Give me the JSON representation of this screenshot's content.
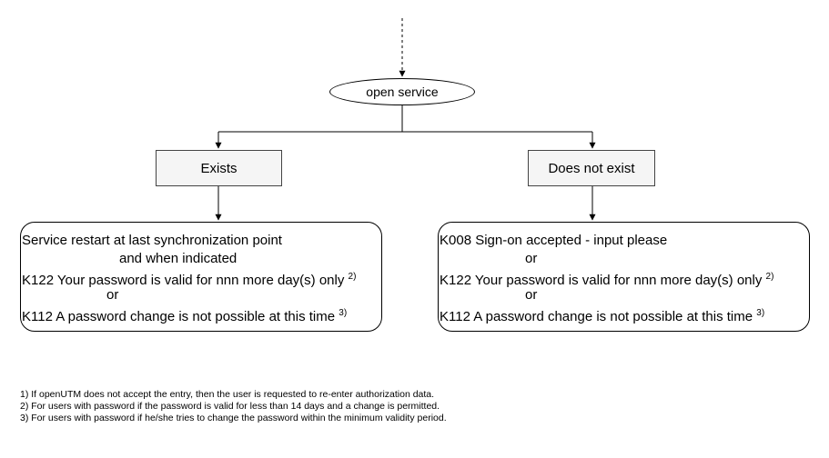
{
  "start_node": {
    "label": "open service"
  },
  "branches": [
    {
      "condition": "Exists",
      "result_lines": [
        {
          "text": "Service restart at last synchronization point",
          "sup": ""
        },
        {
          "text": "and when indicated",
          "sup": ""
        },
        {
          "text": "K122 Your password is valid for nnn more day(s) only",
          "sup": "2)"
        },
        {
          "text": "or",
          "sup": ""
        },
        {
          "text": "K112 A password change is not possible at this time",
          "sup": "3)"
        }
      ]
    },
    {
      "condition": "Does not exist",
      "result_lines": [
        {
          "text": "K008 Sign-on accepted - input please",
          "sup": ""
        },
        {
          "text": "or",
          "sup": ""
        },
        {
          "text": "K122 Your password is valid for nnn more day(s) only",
          "sup": "2)"
        },
        {
          "text": "or",
          "sup": ""
        },
        {
          "text": "K112 A password change is not possible at this time",
          "sup": "3)"
        }
      ]
    }
  ],
  "footnotes": [
    "1) If openUTM does not accept the entry, then the user is requested to re-enter authorization data.",
    "2) For users with password if the password is valid for less than 14 days and a change is permitted.",
    "3) For users with password if he/she tries to change the password within the minimum validity period."
  ]
}
